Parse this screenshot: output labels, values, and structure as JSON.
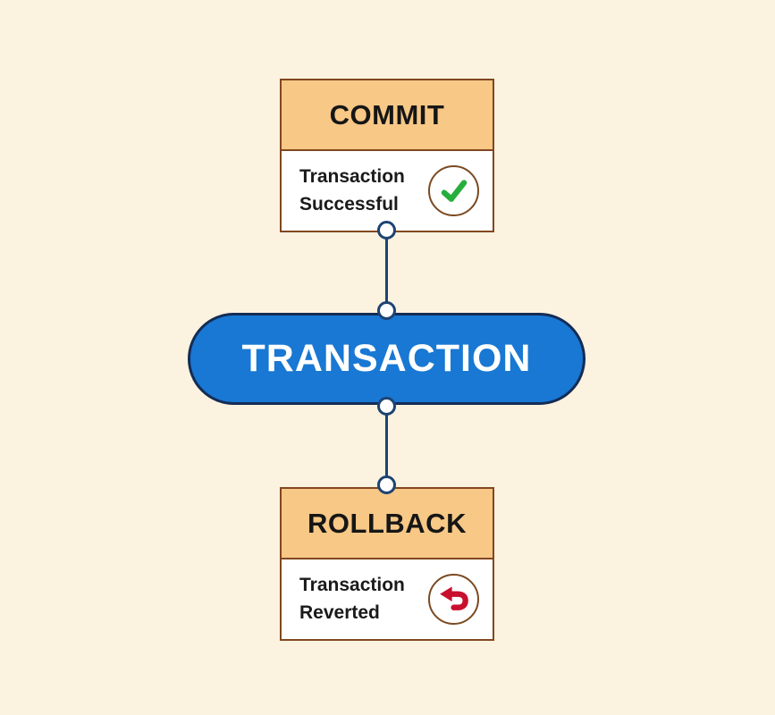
{
  "diagram": {
    "center_node": {
      "label": "TRANSACTION",
      "fill": "#1878D3",
      "border": "#142C55",
      "text_color": "#FFFFFF"
    },
    "nodes": [
      {
        "id": "commit",
        "title": "COMMIT",
        "description": "Transaction Successful",
        "icon": "check-icon",
        "icon_color": "#27AE3C"
      },
      {
        "id": "rollback",
        "title": "ROLLBACK",
        "description": "Transaction Reverted",
        "icon": "undo-icon",
        "icon_color": "#C8102E"
      }
    ],
    "colors": {
      "background": "#FBF2E0",
      "node_header_fill": "#F7C886",
      "node_border": "#82471F",
      "node_body_fill": "#FFFFFF",
      "icon_ring": "#7C4A21",
      "connector": "#1D4373"
    }
  }
}
